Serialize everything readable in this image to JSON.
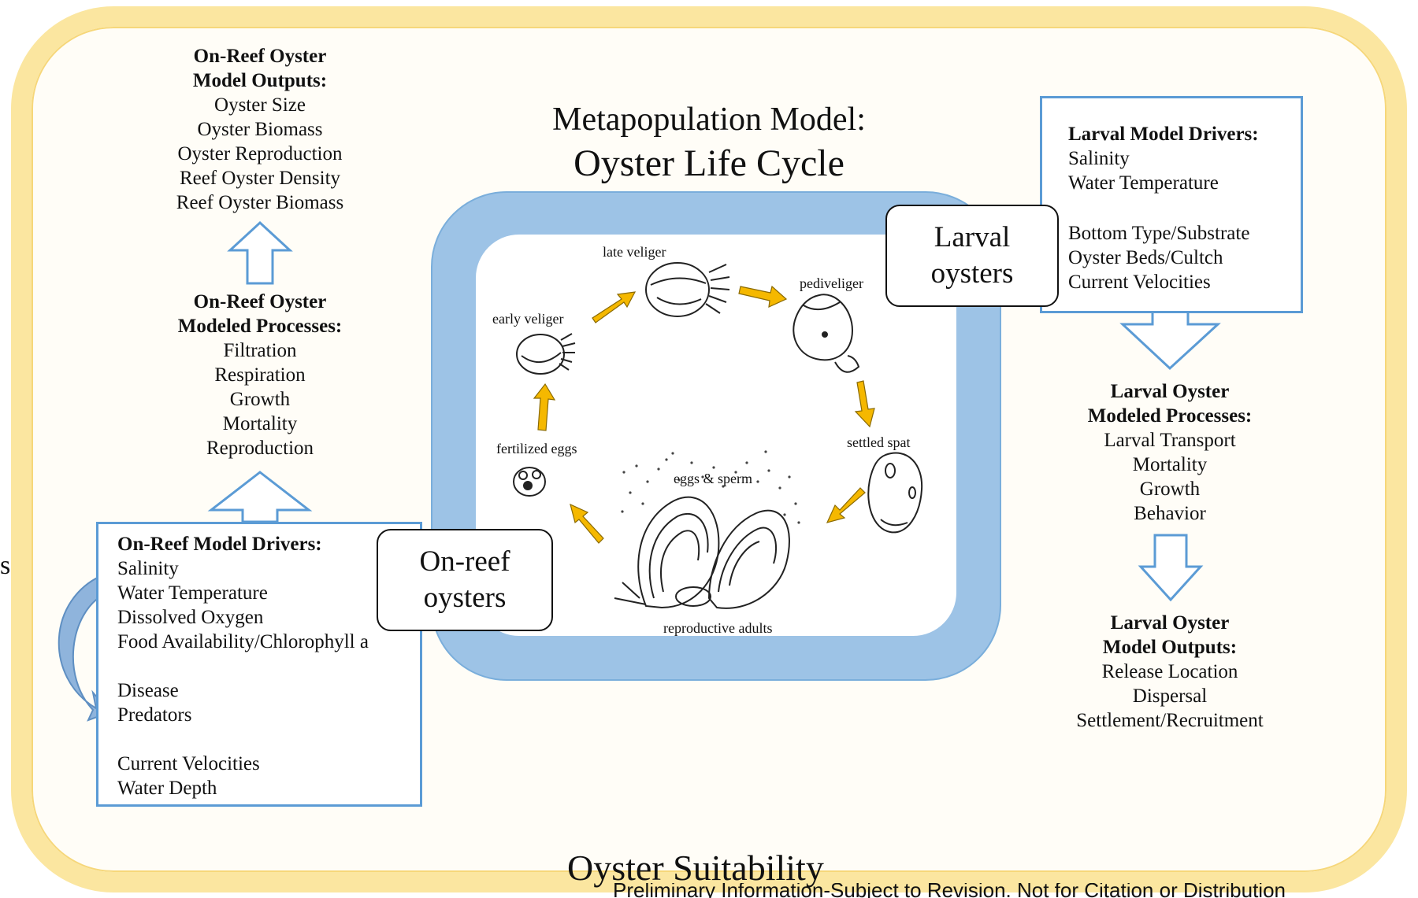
{
  "title": {
    "line1": "Metapopulation Model:",
    "line2": "Oyster Life Cycle"
  },
  "bottom_title": "Oyster Suitability",
  "footer_note": "Preliminary Information-Subject to Revision. Not for Citation or Distribution",
  "left_outputs": {
    "heading1": "On-Reef Oyster",
    "heading2": "Model Outputs:",
    "items": [
      "Oyster Size",
      "Oyster Biomass",
      "Oyster Reproduction",
      "Reef Oyster Density",
      "Reef Oyster Biomass"
    ]
  },
  "left_processes": {
    "heading1": "On-Reef Oyster",
    "heading2": "Modeled Processes:",
    "items": [
      "Filtration",
      "Respiration",
      "Growth",
      "Mortality",
      "Reproduction"
    ]
  },
  "left_drivers": {
    "heading": "On-Reef Model Drivers:",
    "items": [
      "Salinity",
      "Water Temperature",
      "Dissolved Oxygen",
      "Food Availability/Chlorophyll a",
      "",
      "Disease",
      "Predators",
      "",
      "Current Velocities",
      "Water Depth"
    ]
  },
  "right_drivers": {
    "heading": "Larval Model Drivers:",
    "items": [
      "Salinity",
      "Water Temperature",
      "",
      "Bottom Type/Substrate",
      "Oyster Beds/Cultch",
      "Current Velocities"
    ]
  },
  "right_processes": {
    "heading1": "Larval Oyster",
    "heading2": "Modeled Processes:",
    "items": [
      "Larval Transport",
      "Mortality",
      "Growth",
      "Behavior"
    ]
  },
  "right_outputs": {
    "heading1": "Larval Oyster",
    "heading2": "Model Outputs:",
    "items": [
      "Release Location",
      "Dispersal",
      "Settlement/Recruitment"
    ]
  },
  "callouts": {
    "larval": {
      "line1": "Larval",
      "line2": "oysters"
    },
    "onreef": {
      "line1": "On-reef",
      "line2": "oysters"
    }
  },
  "stages": {
    "late_veliger": "late veliger",
    "pediveliger": "pediveliger",
    "early_veliger": "early veliger",
    "fertilized_eggs": "fertilized eggs",
    "settled_spat": "settled spat",
    "eggs_sperm": "eggs & sperm",
    "reproductive_adults": "reproductive adults"
  },
  "stray_glyph": "s",
  "colors": {
    "frame": "#fbe6a0",
    "cycle_ring": "#9dc3e6",
    "box_border": "#5b9bd5",
    "cycle_arrow": "#f5b800"
  }
}
